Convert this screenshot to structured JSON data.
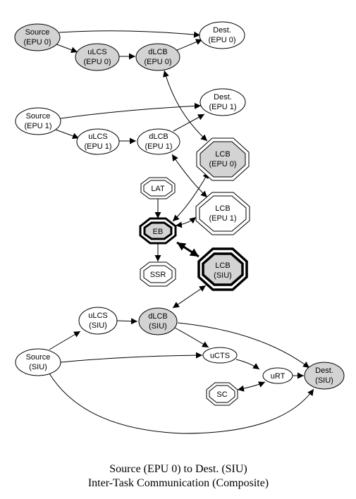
{
  "colors": {
    "filled": "#d3d3d3",
    "plain": "#ffffff",
    "stroke": "#000000"
  },
  "nodes": {
    "src_epu0": {
      "line1": "Source",
      "line2": "(EPU 0)"
    },
    "dest_epu0": {
      "line1": "Dest.",
      "line2": "(EPU 0)"
    },
    "ulcs_epu0": {
      "line1": "uLCS",
      "line2": "(EPU 0)"
    },
    "dlcb_epu0": {
      "line1": "dLCB",
      "line2": "(EPU 0)"
    },
    "dest_epu1": {
      "line1": "Dest.",
      "line2": "(EPU 1)"
    },
    "src_epu1": {
      "line1": "Source",
      "line2": "(EPU 1)"
    },
    "ulcs_epu1": {
      "line1": "uLCS",
      "line2": "(EPU 1)"
    },
    "dlcb_epu1": {
      "line1": "dLCB",
      "line2": "(EPU 1)"
    },
    "lcb_epu0": {
      "line1": "LCB",
      "line2": "(EPU 0)"
    },
    "lat": {
      "line1": "LAT"
    },
    "lcb_epu1": {
      "line1": "LCB",
      "line2": "(EPU 1)"
    },
    "eb": {
      "line1": "EB"
    },
    "lcb_siu": {
      "line1": "LCB",
      "line2": "(SIU)"
    },
    "ssr": {
      "line1": "SSR"
    },
    "ulcs_siu": {
      "line1": "uLCS",
      "line2": "(SIU)"
    },
    "dlcb_siu": {
      "line1": "dLCB",
      "line2": "(SIU)"
    },
    "src_siu": {
      "line1": "Source",
      "line2": "(SIU)"
    },
    "ucts": {
      "line1": "uCTS"
    },
    "urt": {
      "line1": "uRT"
    },
    "dest_siu": {
      "line1": "Dest.",
      "line2": "(SIU)"
    },
    "sc": {
      "line1": "SC"
    }
  },
  "caption": {
    "line1": "Source (EPU 0) to Dest. (SIU)",
    "line2": "Inter-Task Communication (Composite)"
  }
}
